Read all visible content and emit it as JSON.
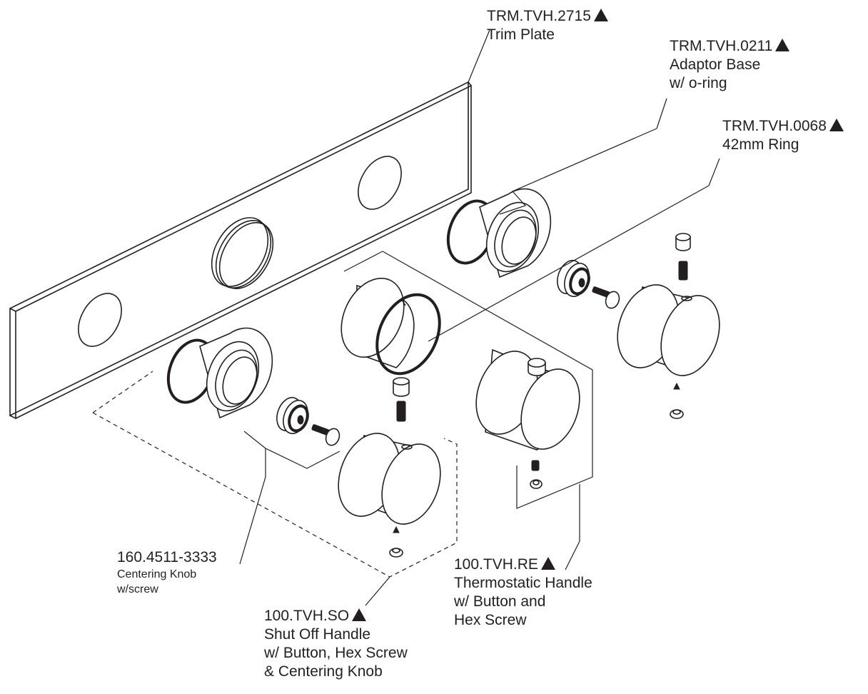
{
  "labels": {
    "trim_plate": {
      "part": "TRM.TVH.2715",
      "desc": [
        "Trim Plate"
      ]
    },
    "adaptor_base": {
      "part": "TRM.TVH.0211",
      "desc": [
        "Adaptor Base",
        "w/ o-ring"
      ]
    },
    "ring": {
      "part": "TRM.TVH.0068",
      "desc": [
        "42mm Ring"
      ]
    },
    "centering_knob": {
      "part": "160.4511-3333",
      "desc": [
        "Centering Knob",
        "w/screw"
      ]
    },
    "thermostatic_handle": {
      "part": "100.TVH.RE",
      "desc": [
        "Thermostatic Handle",
        "w/ Button and",
        "Hex Screw"
      ]
    },
    "shut_off_handle": {
      "part": "100.TVH.SO",
      "desc": [
        "Shut Off Handle",
        "w/ Button, Hex Screw",
        "& Centering Knob"
      ]
    }
  },
  "colors": {
    "line": "#231f20",
    "background": "#ffffff"
  },
  "icons": {
    "marker": "triangle-marker-icon"
  }
}
